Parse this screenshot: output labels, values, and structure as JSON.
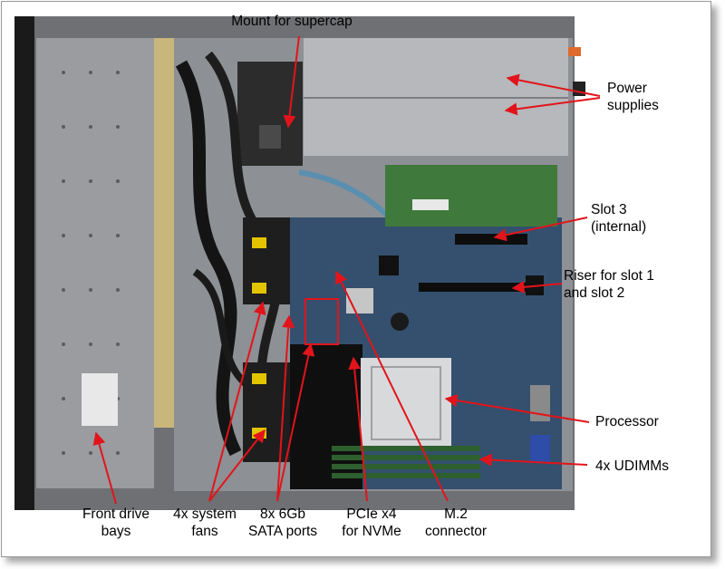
{
  "labels": {
    "mount_supercap": "Mount for supercap",
    "power_supplies": [
      "Power",
      "supplies"
    ],
    "slot3": [
      "Slot 3",
      "(internal)"
    ],
    "riser": [
      "Riser for slot 1",
      "and slot 2"
    ],
    "processor": "Processor",
    "udimms": "4x UDIMMs",
    "front_drive_bays": [
      "Front drive",
      "bays"
    ],
    "system_fans": [
      "4x system",
      "fans"
    ],
    "sata_ports": [
      "8x 6Gb",
      "SATA ports"
    ],
    "pcie": [
      "PCIe x4",
      "for NVMe"
    ],
    "m2": [
      "M.2",
      "connector"
    ]
  },
  "colors": {
    "arrow": "#e2141b",
    "chassis": "#8b8d90",
    "board": "#34506e",
    "cable": "#141414",
    "drive_bay": "#9a9ca0"
  }
}
